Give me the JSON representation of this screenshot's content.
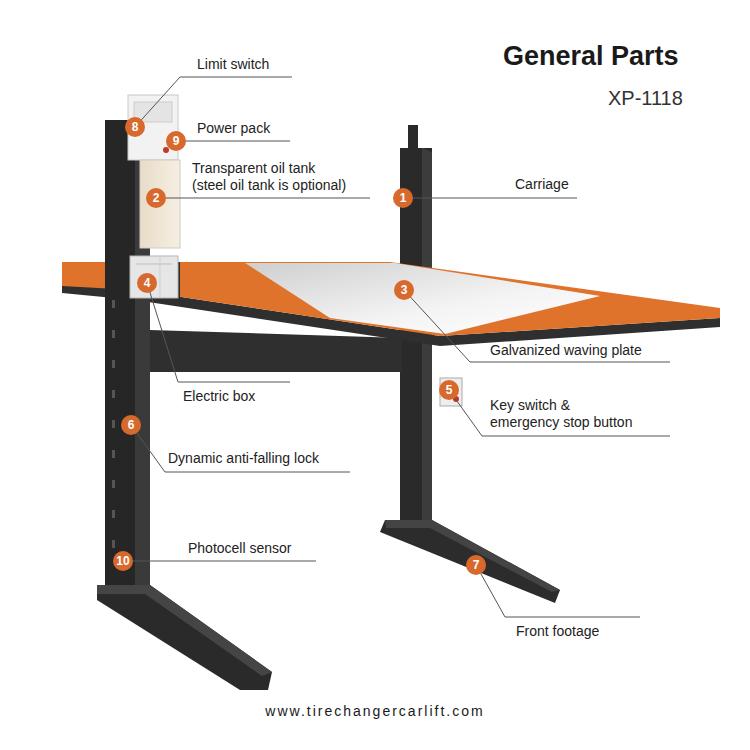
{
  "diagram": {
    "title": "General Parts",
    "nodes": [
      {
        "text": [
          "8"
        ]
      },
      {
        "text": [
          "9"
        ]
      },
      {
        "text": [
          "2"
        ]
      },
      {
        "text": [
          "1"
        ]
      },
      {
        "text": [
          "4"
        ]
      },
      {
        "text": [
          "3"
        ]
      },
      {
        "text": [
          "5"
        ]
      },
      {
        "text": [
          "6"
        ]
      },
      {
        "text": [
          "10"
        ]
      },
      {
        "text": [
          "7"
        ]
      }
    ],
    "labels": [
      "XP-1118",
      "Limit switch",
      "Power pack",
      "Transparent oil tank (steel oil tank is optional)",
      "Carriage",
      "Galvanized waving plate",
      "Electric box",
      "Key switch & emergency stop button",
      "Dynamic anti-falling lock",
      "Photocell sensor",
      "Front footage",
      "www.tirechangercarlift.com"
    ]
  }
}
